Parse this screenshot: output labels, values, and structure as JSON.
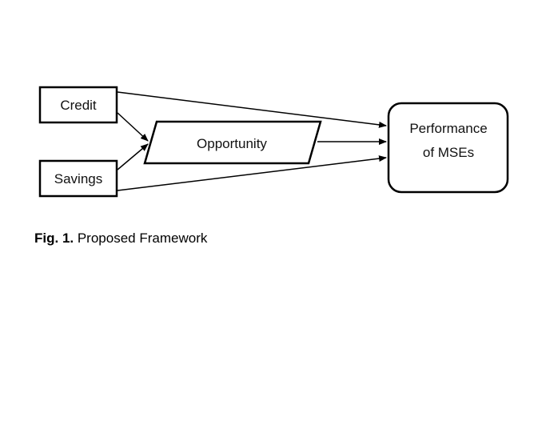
{
  "diagram": {
    "nodes": {
      "credit": "Credit",
      "savings": "Savings",
      "opportunity": "Opportunity",
      "performance_line1": "Performance",
      "performance_line2": "of MSEs"
    },
    "edges": [
      {
        "from": "Credit",
        "to": "Opportunity"
      },
      {
        "from": "Savings",
        "to": "Opportunity"
      },
      {
        "from": "Credit",
        "to": "Performance of MSEs"
      },
      {
        "from": "Opportunity",
        "to": "Performance of MSEs"
      },
      {
        "from": "Savings",
        "to": "Performance of MSEs"
      }
    ],
    "colors": {
      "stroke": "#000000",
      "fill": "#ffffff",
      "text": "#111111"
    }
  },
  "caption": {
    "label": "Fig. 1.",
    "text": " Proposed Framework"
  }
}
